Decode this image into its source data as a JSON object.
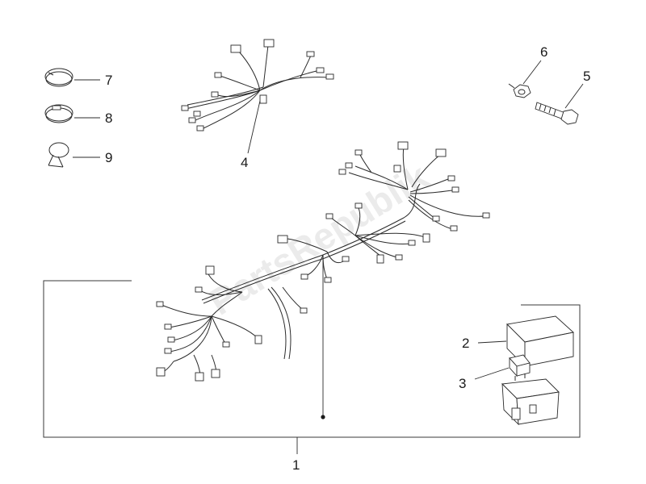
{
  "watermark": "PartsRepublik",
  "callouts": {
    "c1": "1",
    "c2": "2",
    "c3": "3",
    "c4": "4",
    "c5": "5",
    "c6": "6",
    "c7": "7",
    "c8": "8",
    "c9": "9"
  },
  "parts": [
    {
      "ref": "1",
      "icon": "main-wiring-harness"
    },
    {
      "ref": "2",
      "icon": "fuse-box-cover"
    },
    {
      "ref": "3",
      "icon": "fuse-and-holder"
    },
    {
      "ref": "4",
      "icon": "secondary-wiring-harness"
    },
    {
      "ref": "5",
      "icon": "bolt"
    },
    {
      "ref": "6",
      "icon": "nut"
    },
    {
      "ref": "7",
      "icon": "hose-clamp"
    },
    {
      "ref": "8",
      "icon": "hose-clamp"
    },
    {
      "ref": "9",
      "icon": "cable-tie"
    }
  ]
}
